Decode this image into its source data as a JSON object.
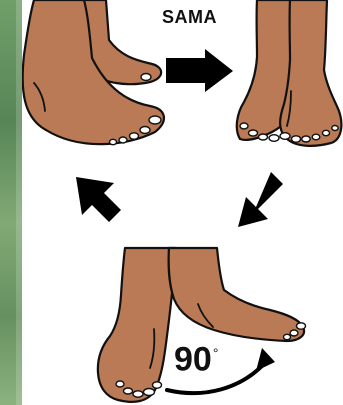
{
  "diagram": {
    "center_label": "SAMA",
    "angle_value": "90",
    "angle_unit": "°",
    "colors": {
      "skin": "#b97a55",
      "outline": "#111111",
      "nail": "#ffffff",
      "background": "#ffffff",
      "side_strip": "#5f8b58",
      "arrow": "#000000"
    },
    "panels": [
      {
        "name": "foot-pair-left-top",
        "icon": "feet-diverging"
      },
      {
        "name": "foot-pair-right-top",
        "icon": "feet-parallel"
      },
      {
        "name": "foot-pair-bottom",
        "icon": "feet-angle-90"
      }
    ],
    "arrows": [
      {
        "name": "arrow-right",
        "direction": "right"
      },
      {
        "name": "arrow-down-left",
        "direction": "down-left"
      },
      {
        "name": "arrow-up-left",
        "direction": "up-left"
      },
      {
        "name": "rotation-arrow",
        "direction": "curved-right"
      }
    ]
  }
}
